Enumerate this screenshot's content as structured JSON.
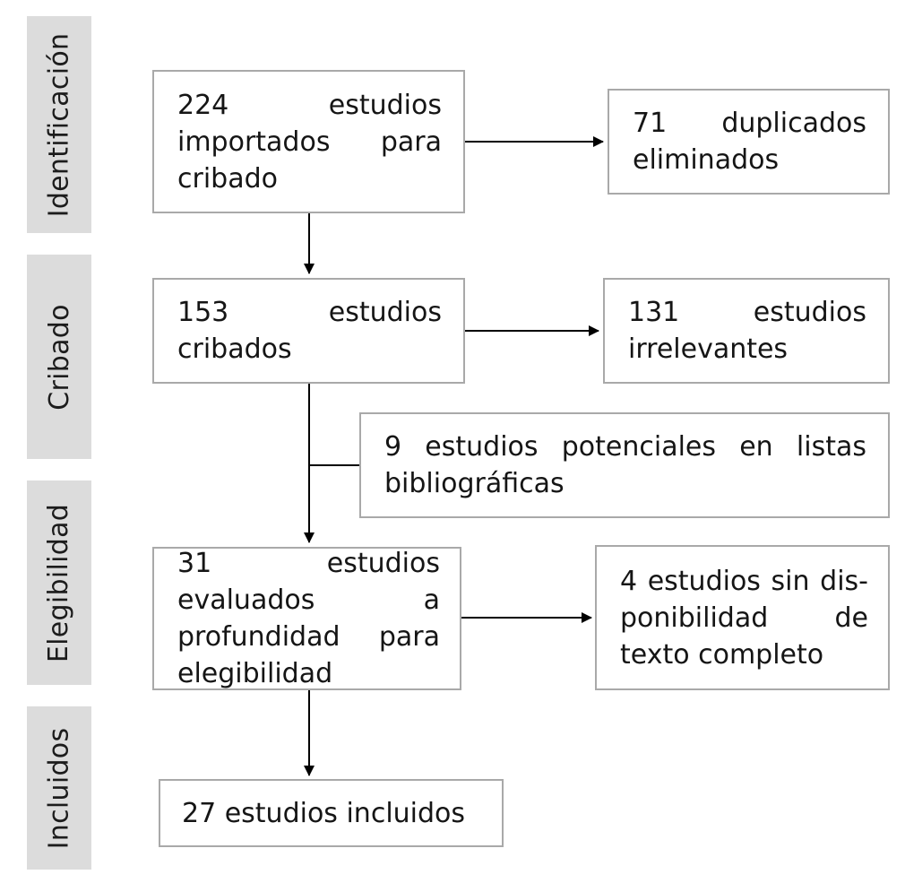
{
  "phases": {
    "identification": "Identificación",
    "screening": "Cribado",
    "eligibility": "Elegibilidad",
    "included": "Incluidos"
  },
  "boxes": {
    "imported": "224 estudios importados para cribado",
    "duplicates": "71 duplicados eliminados",
    "screened": "153 estudios cribados",
    "irrelevant": "131 estudios irrelevantes",
    "bibliographic": "9 estudios potenciales en listas bibliográficas",
    "assessed": "31 estudios evalua­dos a profundidad para elegibilidad",
    "no_fulltext": "4 estudios sin dis­ponibilidad de texto completo",
    "included": "27 estudios incluidos"
  }
}
